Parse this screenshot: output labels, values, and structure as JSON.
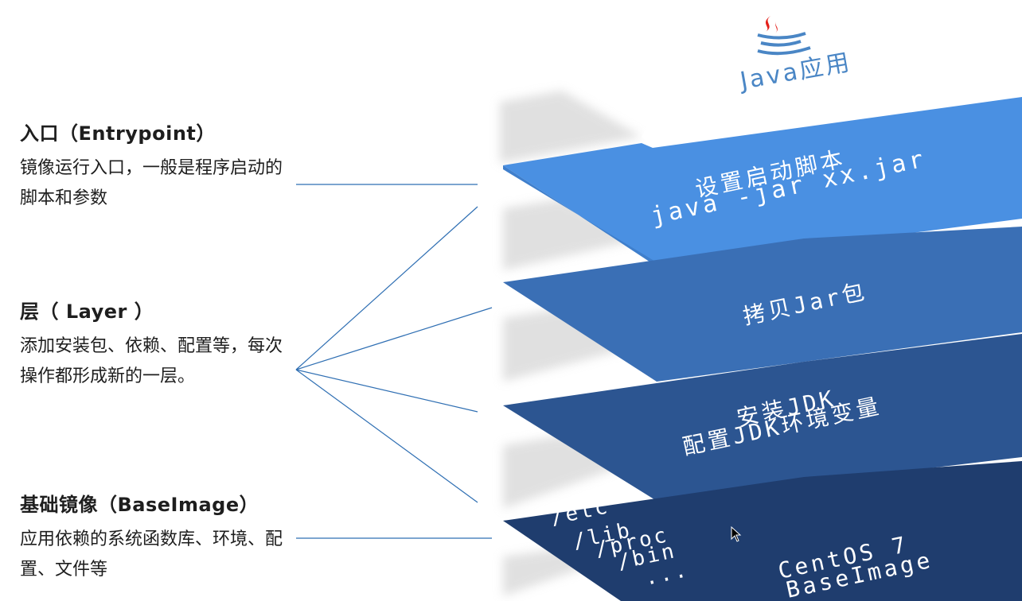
{
  "entrypoint": {
    "title": "入口（Entrypoint）",
    "desc": "镜像运行入口，一般是程序启动的脚本和参数"
  },
  "layer": {
    "title": "层（ Layer ）",
    "desc": "添加安装包、依赖、配置等，每次操作都形成新的一层。"
  },
  "base": {
    "title": "基础镜像（BaseImage）",
    "desc": "应用依赖的系统函数库、环境、配置、文件等"
  },
  "stack": {
    "app": {
      "label": "Java应用",
      "icon": "java-logo-icon"
    },
    "startup": {
      "line1": "设置启动脚本",
      "line2": "java -jar xx.jar",
      "color": "#4a90e2"
    },
    "copy": {
      "line1": "拷贝Jar包",
      "color": "#3a6fb5"
    },
    "jdk": {
      "line1": "安装JDK",
      "line2": "配置JDK环境变量",
      "color": "#2c5591"
    },
    "baseimg": {
      "dirs": [
        "/etc",
        "/lib",
        "/proc",
        "/bin",
        "..."
      ],
      "os": "CentOS 7",
      "name": "BaseImage",
      "color": "#1f3d6e"
    }
  }
}
